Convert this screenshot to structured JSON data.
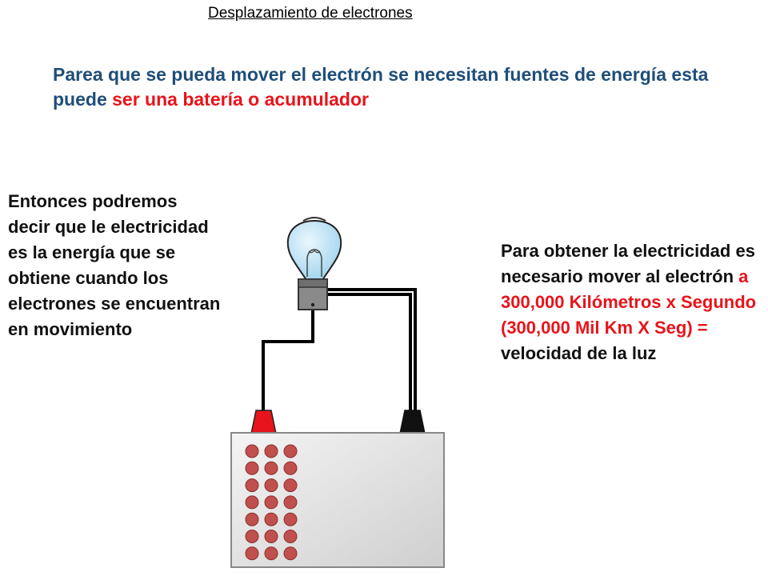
{
  "title": "Desplazamiento  de electrones",
  "intro": {
    "part1": "Parea que se pueda mover el electrón se necesitan fuentes de energía esta puede ",
    "highlight": "ser una batería o acumulador"
  },
  "left_text": "Entonces podremos decir que  le electricidad es la energía que se obtiene cuando los electrones se encuentran en movimiento",
  "right_text": {
    "part1": "Para obtener la electricidad es necesario mover al electrón ",
    "highlight": "a 300,000 Kilómetros x Segundo (300,000 Mil Km X Seg) =",
    "part2": " velocidad de la luz"
  },
  "colors": {
    "intro_blue": "#1f4e79",
    "highlight_red": "#e8141b",
    "battery_cells": "#c0504d",
    "bulb_glass": "#bfe4f5",
    "bulb_base": "#7f7f7f"
  },
  "illustration": {
    "battery_cell_columns": 3,
    "battery_cell_rows": 7
  }
}
